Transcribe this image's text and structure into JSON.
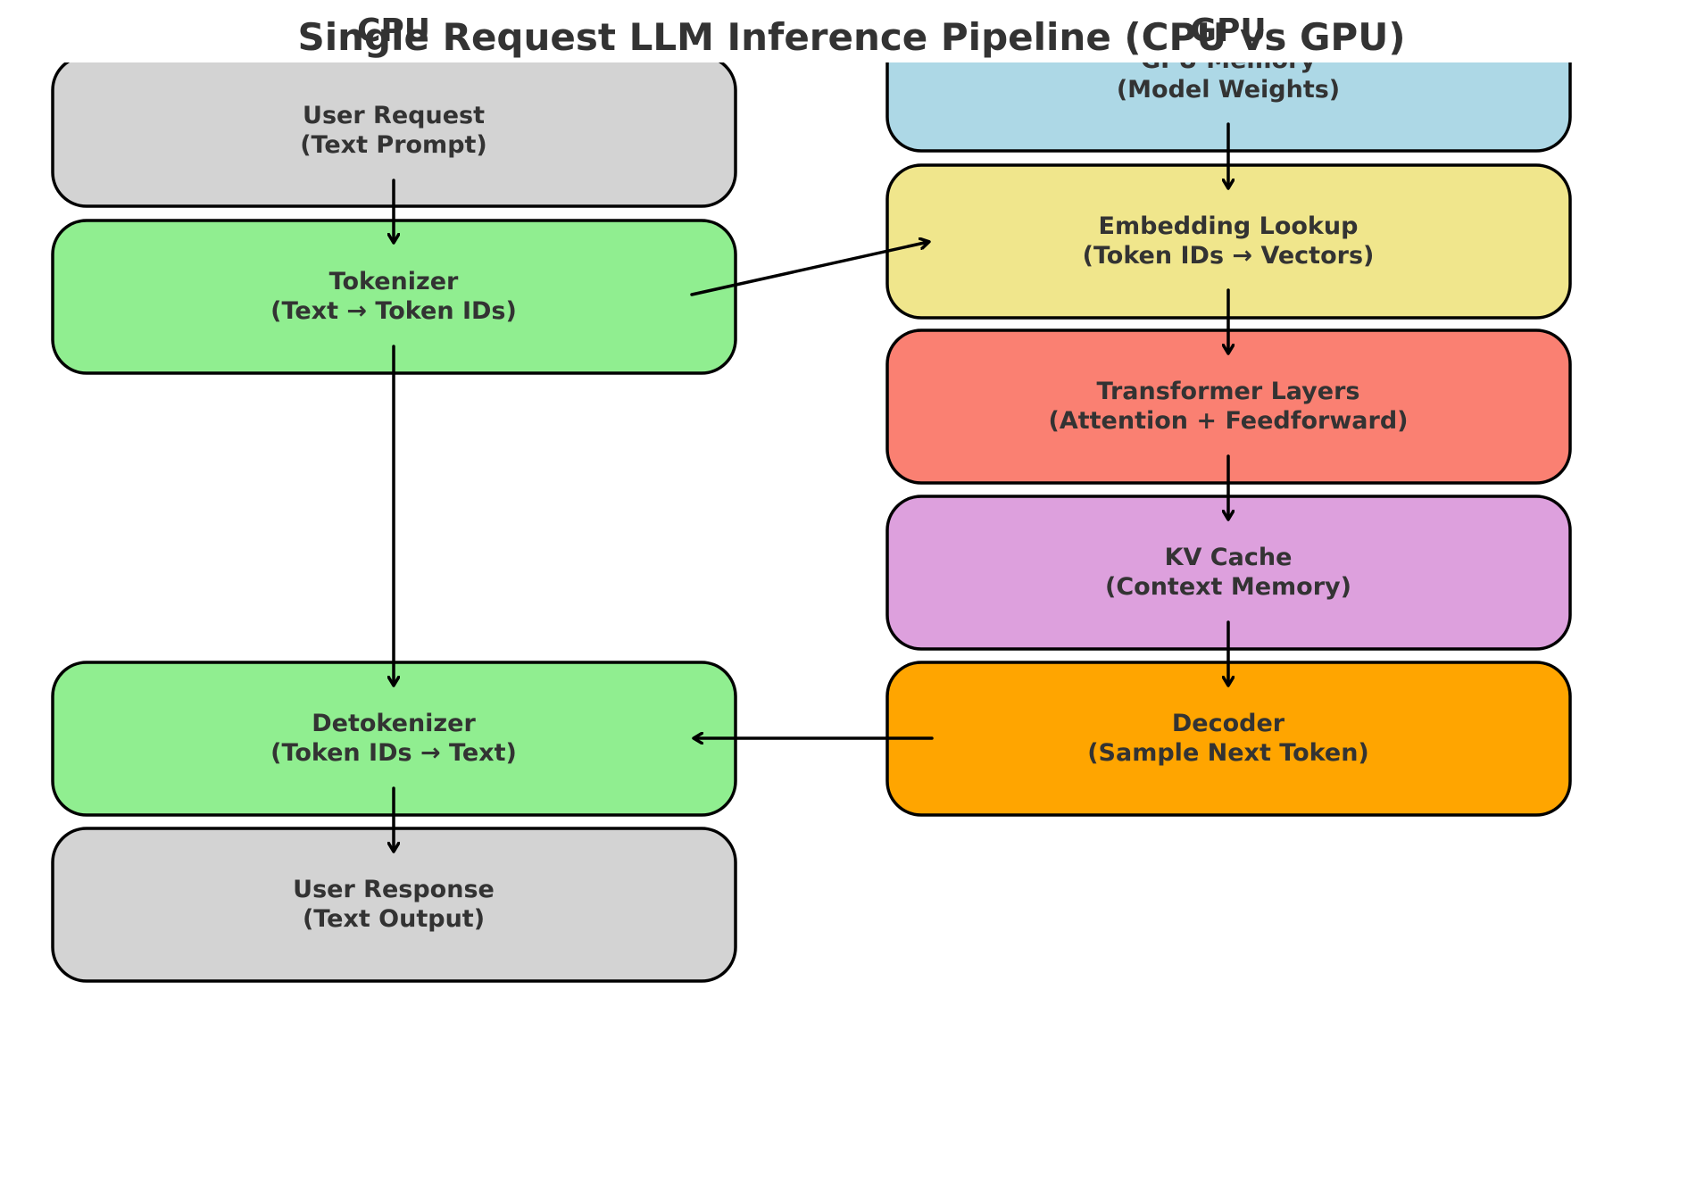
{
  "title": "Single Request LLM Inference Pipeline (CPU vs GPU)",
  "columns": {
    "cpu": "CPU",
    "gpu": "GPU"
  },
  "boxes": {
    "user_request": {
      "line1": "User Request",
      "line2": "(Text Prompt)",
      "color": "#d3d3d3"
    },
    "tokenizer": {
      "line1": "Tokenizer",
      "line2": "(Text → Token IDs)",
      "color": "#90ee90"
    },
    "detokenizer": {
      "line1": "Detokenizer",
      "line2": "(Token IDs → Text)",
      "color": "#90ee90"
    },
    "user_response": {
      "line1": "User Response",
      "line2": "(Text Output)",
      "color": "#d3d3d3"
    },
    "gpu_memory": {
      "line1": "GPU Memory",
      "line2": "(Model Weights)",
      "color": "#add8e6"
    },
    "embedding": {
      "line1": "Embedding Lookup",
      "line2": "(Token IDs → Vectors)",
      "color": "#f0e68c"
    },
    "transformer": {
      "line1": "Transformer Layers",
      "line2": "(Attention + Feedforward)",
      "color": "#fa8072"
    },
    "kv_cache": {
      "line1": "KV Cache",
      "line2": "(Context Memory)",
      "color": "#dda0dd"
    },
    "decoder": {
      "line1": "Decoder",
      "line2": "(Sample Next Token)",
      "color": "#ffa500"
    }
  }
}
